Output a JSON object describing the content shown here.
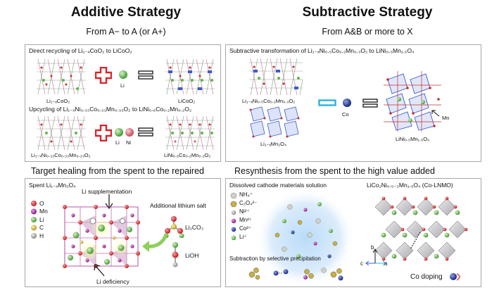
{
  "left": {
    "title": "Additive Strategy",
    "subtitle": "From A− to A (or A+)",
    "panel1": {
      "recycle_title": "Direct recycling of Li₁₋ₓCoO₂ to LiCoO₂",
      "recycle_left_label": "Li₁₋ₓCoO₂",
      "recycle_li_label": "Li",
      "recycle_right_label": "LiCoO₂",
      "upcycle_title": "Upcycling of Li₁₋ₓNi₀.₃₃Co₀.₃₃Mn₀.₃₃O₂ to LiNi₀.₆Co₀.₂Mn₀.₂O₂",
      "upcycle_left_label": "Li₁₋ₓNi₀.₃₃Co₀.₃₃Mn₀.₃₃O₂",
      "upcycle_li_label": "Li",
      "upcycle_ni_label": "Ni",
      "upcycle_right_label": "LiNi₀.₆Co₀.₂Mn₀.₂O₂"
    },
    "heading2": "Target healing from the spent to the repaired",
    "panel2": {
      "title": "Spent Li₁₋ₓMn₂O₄",
      "legend": [
        "O",
        "Mn",
        "Li",
        "C",
        "H"
      ],
      "li_supplementation": "Li supplementation",
      "additional_salt": "Additional lithium salt",
      "li2co3": "Li₂CO₃",
      "lioh": "LiOH",
      "li_deficiency": "Li deficiency"
    }
  },
  "right": {
    "title": "Subtractive Strategy",
    "subtitle": "From A&B or more to X",
    "panel1": {
      "title": "Subtractive transformation of Li₁₋ₓNi₀.₅Co₀.₂Mn₀.₃O₂ to LiNi₀.₅Mn₁.₅O₄",
      "left_label": "Li₁₋ₓNi₀.₅Co₀.₂Mn₀.₃O₂",
      "bottom_label": "Li₁₋ₓMn₂O₄",
      "co_label": "Co",
      "mn_label": "Mn",
      "right_label": "LiNi₀.₅Mn₁.₅O₄"
    },
    "heading2": "Resynthesis from the spent to the high value added",
    "panel2": {
      "solution_title": "Dissolved cathode materials solution",
      "ions": [
        "NH₄⁺",
        "C₂O₄²⁻",
        "Ni²⁺",
        "Mn²⁺",
        "Co²⁺",
        "Li⁺"
      ],
      "precipitation": "Subtraction by selective precipitation",
      "product_title": "LiCo₂Ni₀.₅₋₂Mn₁.₅O₄ (Co-LNMO)",
      "axis_b": "b",
      "axis_c": "c",
      "axis_a": "a",
      "co_doping": "Co doping"
    }
  },
  "colors": {
    "plus": "#d8262b",
    "minus_box": "#2ab0e0",
    "li": "#5fb84a",
    "ni": "#d86a72",
    "co": "#1b2f8c",
    "o": "#cc2020",
    "mn": "#a0209a",
    "layer_blue": "#3c5ccc",
    "border": "#a7a7a7"
  }
}
